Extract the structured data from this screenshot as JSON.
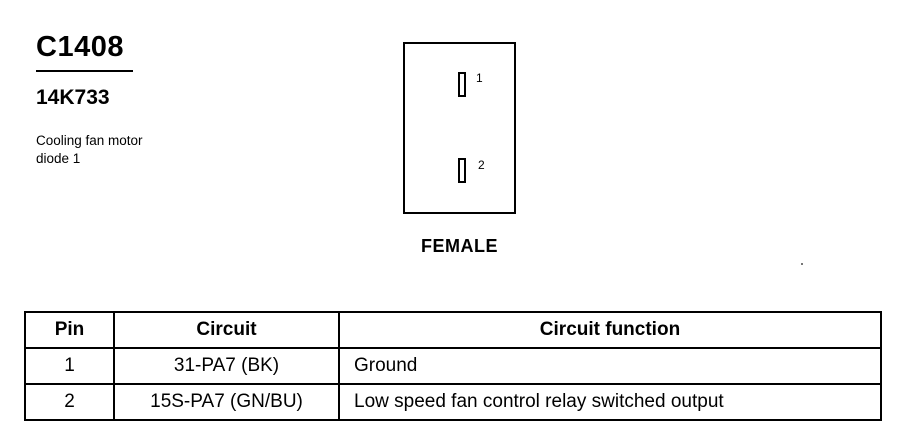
{
  "connector": {
    "id": "C1408",
    "part_number": "14K733",
    "description_lines": [
      "Cooling fan motor",
      "diode 1"
    ]
  },
  "diagram": {
    "pins": [
      {
        "label": "1"
      },
      {
        "label": "2"
      }
    ],
    "gender": "FEMALE"
  },
  "table": {
    "headers": [
      "Pin",
      "Circuit",
      "Circuit function"
    ],
    "rows": [
      {
        "pin": "1",
        "circuit": "31-PA7 (BK)",
        "function": "Ground"
      },
      {
        "pin": "2",
        "circuit": "15S-PA7 (GN/BU)",
        "function": "Low speed fan control relay switched output"
      }
    ]
  }
}
